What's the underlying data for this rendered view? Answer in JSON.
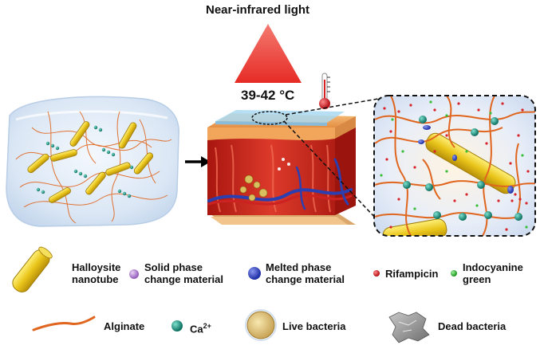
{
  "light": {
    "label": "Near-infrared light"
  },
  "temperature": {
    "label": "39-42 °C"
  },
  "legend": {
    "halloysite": "Halloysite\nnanotube",
    "solid_pcm": "Solid phase\nchange material",
    "melted_pcm": "Melted phase\nchange material",
    "rifampicin": "Rifampicin",
    "indocyanine": "Indocyanine\ngreen",
    "alginate": "Alginate",
    "calcium_base": "Ca",
    "calcium_sup": "2+",
    "live_bacteria": "Live bacteria",
    "dead_bacteria": "Dead bacteria"
  },
  "colors": {
    "nir_light": "#e8403a",
    "nanotube": "#e6c416",
    "alginate": "#e0661f",
    "calcium": "#1a9a86",
    "solid_pcm": "#b78cd6",
    "melted_pcm": "#3f4fd0",
    "rifampicin": "#d8232a",
    "indocyanine": "#3bbf3b",
    "tissue_red": "#cc2a1e",
    "skin": "#f0a860",
    "vessel_blue": "#2b3fb0"
  }
}
